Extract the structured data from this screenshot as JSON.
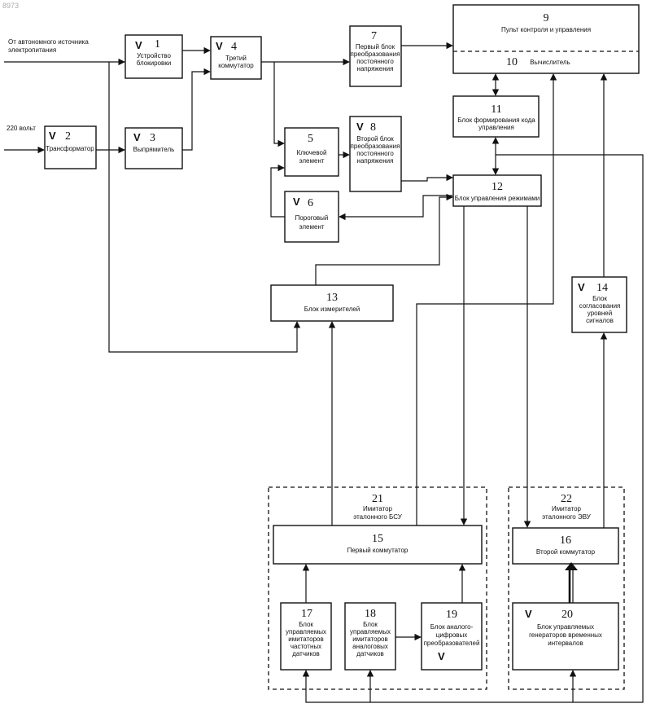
{
  "watermark": "8973",
  "inputs": {
    "autonomous": [
      "От автономного источника",
      "электропитания"
    ],
    "mains": "220 вольт"
  },
  "blocks": {
    "b1": {
      "num": "1",
      "lines": [
        "Устройство",
        "блокировки"
      ]
    },
    "b2": {
      "num": "2",
      "lines": [
        "Трансформатор"
      ]
    },
    "b3": {
      "num": "3",
      "lines": [
        "Выпрямитель"
      ]
    },
    "b4": {
      "num": "4",
      "lines": [
        "Третий",
        "коммутатор"
      ]
    },
    "b5": {
      "num": "5",
      "lines": [
        "Ключевой",
        "элемент"
      ]
    },
    "b6": {
      "num": "6",
      "lines": [
        "Пороговый",
        "элемент"
      ]
    },
    "b7": {
      "num": "7",
      "lines": [
        "Первый блок",
        "преобразования",
        "постоянного",
        "напряжения"
      ]
    },
    "b8": {
      "num": "8",
      "lines": [
        "Второй блок",
        "преобразования",
        "постоянного",
        "напряжения"
      ]
    },
    "b9": {
      "num": "9",
      "lines": [
        "Пульт контроля и управления"
      ]
    },
    "b10": {
      "num": "10",
      "lines": [
        "Вычислитель"
      ]
    },
    "b11": {
      "num": "11",
      "lines": [
        "Блок формирования кода",
        "управления"
      ]
    },
    "b12": {
      "num": "12",
      "lines": [
        "Блок управления режимами"
      ]
    },
    "b13": {
      "num": "13",
      "lines": [
        "Блок измерителей"
      ]
    },
    "b14": {
      "num": "14",
      "lines": [
        "Блок",
        "согласования",
        "уровней",
        "сигналов"
      ]
    },
    "b15": {
      "num": "15",
      "lines": [
        "Первый коммутатор"
      ]
    },
    "b16": {
      "num": "16",
      "lines": [
        "Второй коммутатор"
      ]
    },
    "b17": {
      "num": "17",
      "lines": [
        "Блок",
        "управляемых",
        "имитаторов",
        "частотных",
        "датчиков"
      ]
    },
    "b18": {
      "num": "18",
      "lines": [
        "Блок",
        "управляемых",
        "имитаторов",
        "аналоговых",
        "датчиков"
      ]
    },
    "b19": {
      "num": "19",
      "lines": [
        "Блок аналого-",
        "цифровых",
        "преобразователей"
      ]
    },
    "b20": {
      "num": "20",
      "lines": [
        "Блок управляемых",
        "генераторов временных",
        "интервалов"
      ]
    },
    "g21": {
      "num": "21",
      "lines": [
        "Имитатор",
        "эталонного БСУ"
      ]
    },
    "g22": {
      "num": "22",
      "lines": [
        "Имитатор",
        "эталонного ЭВУ"
      ]
    }
  },
  "check_mark": "V"
}
